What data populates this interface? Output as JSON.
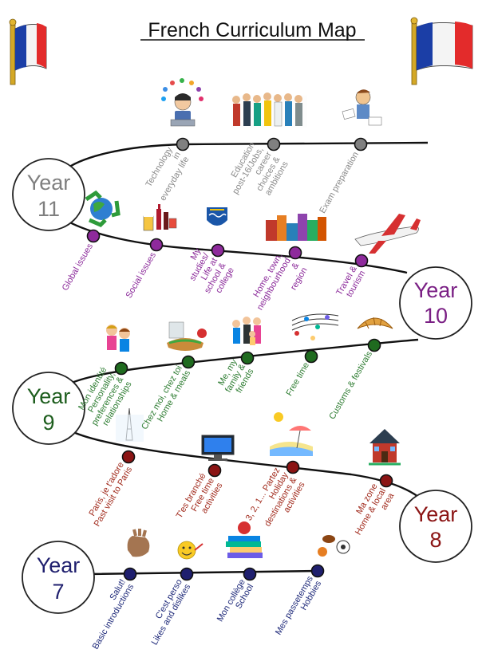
{
  "title": "French Curriculum Map",
  "colors": {
    "year11": "#7f7f7f",
    "year10": "#7a1f84",
    "year9": "#1e5e1e",
    "year8": "#8b1414",
    "year7": "#1f1f6e",
    "flag_blue": "#1b3ea6",
    "flag_red": "#e32b2b"
  },
  "years": {
    "y11": {
      "line1": "Year",
      "line2": "11"
    },
    "y10": {
      "line1": "Year",
      "line2": "10"
    },
    "y9": {
      "line1": "Year",
      "line2": "9"
    },
    "y8": {
      "line1": "Year",
      "line2": "8"
    },
    "y7": {
      "line1": "Year",
      "line2": "7"
    }
  },
  "topics": {
    "y11": [
      {
        "lines": [
          "Technology",
          "in",
          "everyday life"
        ],
        "icon": "computer-user-icon"
      },
      {
        "lines": [
          "Education",
          "post-16/Jobs,",
          "career",
          "choices &",
          "ambitions"
        ],
        "icon": "workers-icon"
      },
      {
        "lines": [
          "Exam preparation"
        ],
        "icon": "student-writing-icon"
      }
    ],
    "y10": [
      {
        "lines": [
          "Global issues"
        ],
        "icon": "recycle-globe-icon"
      },
      {
        "lines": [
          "Social issues"
        ],
        "icon": "drinks-icon"
      },
      {
        "lines": [
          "My",
          "studies/",
          "Life at",
          "school &",
          "college"
        ],
        "icon": "school-crest-icon"
      },
      {
        "lines": [
          "Home, town,",
          "neighbourhood",
          "&",
          "region"
        ],
        "icon": "town-icon"
      },
      {
        "lines": [
          "Travel &",
          "tourism"
        ],
        "icon": "airplane-icon"
      }
    ],
    "y9": [
      {
        "lines": [
          "Mon identité",
          "Personality,",
          "preferences &",
          "relationships"
        ],
        "icon": "hugging-kids-icon"
      },
      {
        "lines": [
          "Chez moi, chez toi",
          "Home & meals"
        ],
        "icon": "sandwich-icon"
      },
      {
        "lines": [
          "Me, my",
          "family &",
          "friends"
        ],
        "icon": "family-icon"
      },
      {
        "lines": [
          "Free time"
        ],
        "icon": "music-notes-icon"
      },
      {
        "lines": [
          "Customs & festivals"
        ],
        "icon": "croissant-icon"
      }
    ],
    "y8": [
      {
        "lines": [
          "Paris, je t'adore",
          "Past visit to Paris"
        ],
        "icon": "eiffel-tower-icon"
      },
      {
        "lines": [
          "T'es branché",
          "Free time",
          "activities"
        ],
        "icon": "monitor-icon"
      },
      {
        "lines": [
          "3, 2, 1... Partez",
          "Holiday",
          "destinations &",
          "activities"
        ],
        "icon": "beach-icon"
      },
      {
        "lines": [
          "Ma zone",
          "Home & local",
          "area"
        ],
        "icon": "house-icon"
      }
    ],
    "y7": [
      {
        "lines": [
          "Salut!",
          "Basic introductions"
        ],
        "icon": "waving-hand-icon"
      },
      {
        "lines": [
          "C'est perso",
          "Likes and dislikes"
        ],
        "icon": "smiley-icon"
      },
      {
        "lines": [
          "Mon collège",
          "School"
        ],
        "icon": "books-icon"
      },
      {
        "lines": [
          "Mes passetemps",
          "Hobbies"
        ],
        "icon": "sports-balls-icon"
      }
    ]
  }
}
